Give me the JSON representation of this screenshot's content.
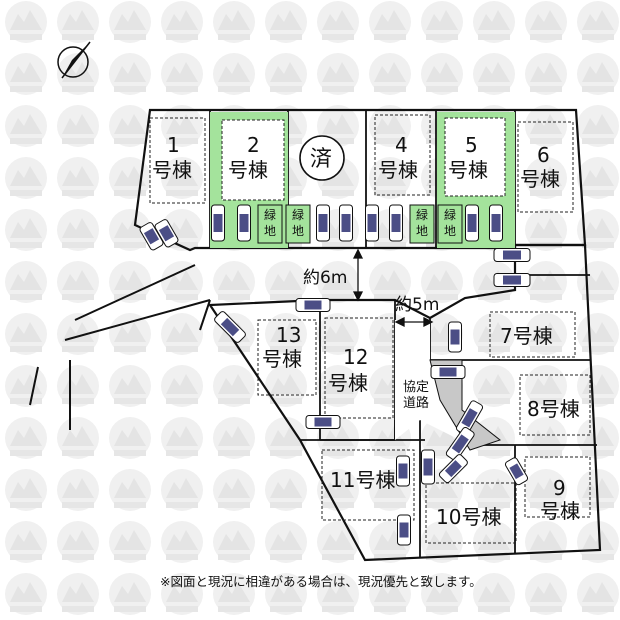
{
  "lots": {
    "l1": {
      "num": "1",
      "kind": "号棟"
    },
    "l2": {
      "num": "2",
      "kind": "号棟"
    },
    "l3_sold": "済",
    "l4": {
      "num": "4",
      "kind": "号棟"
    },
    "l5": {
      "num": "5",
      "kind": "号棟"
    },
    "l6": {
      "num": "6",
      "kind": "号棟"
    },
    "l7": "7号棟",
    "l8": "8号棟",
    "l9": {
      "num": "9",
      "kind": "号棟"
    },
    "l10": "10号棟",
    "l11": "11号棟",
    "l12": {
      "num": "12",
      "kind": "号棟"
    },
    "l13": {
      "num": "13",
      "kind": "号棟"
    }
  },
  "green_label": [
    "緑",
    "地"
  ],
  "road": {
    "width_main": "約6m",
    "width_branch": "約5m",
    "private_road": [
      "協定",
      "道路"
    ]
  },
  "note": "※図面と現況に相違がある場合は、現況優先と致します。",
  "colors": {
    "green": "#a4e39c",
    "car": "#4b4e86",
    "gray_road": "#c8c8c8",
    "watermark": "#eeeeee"
  }
}
